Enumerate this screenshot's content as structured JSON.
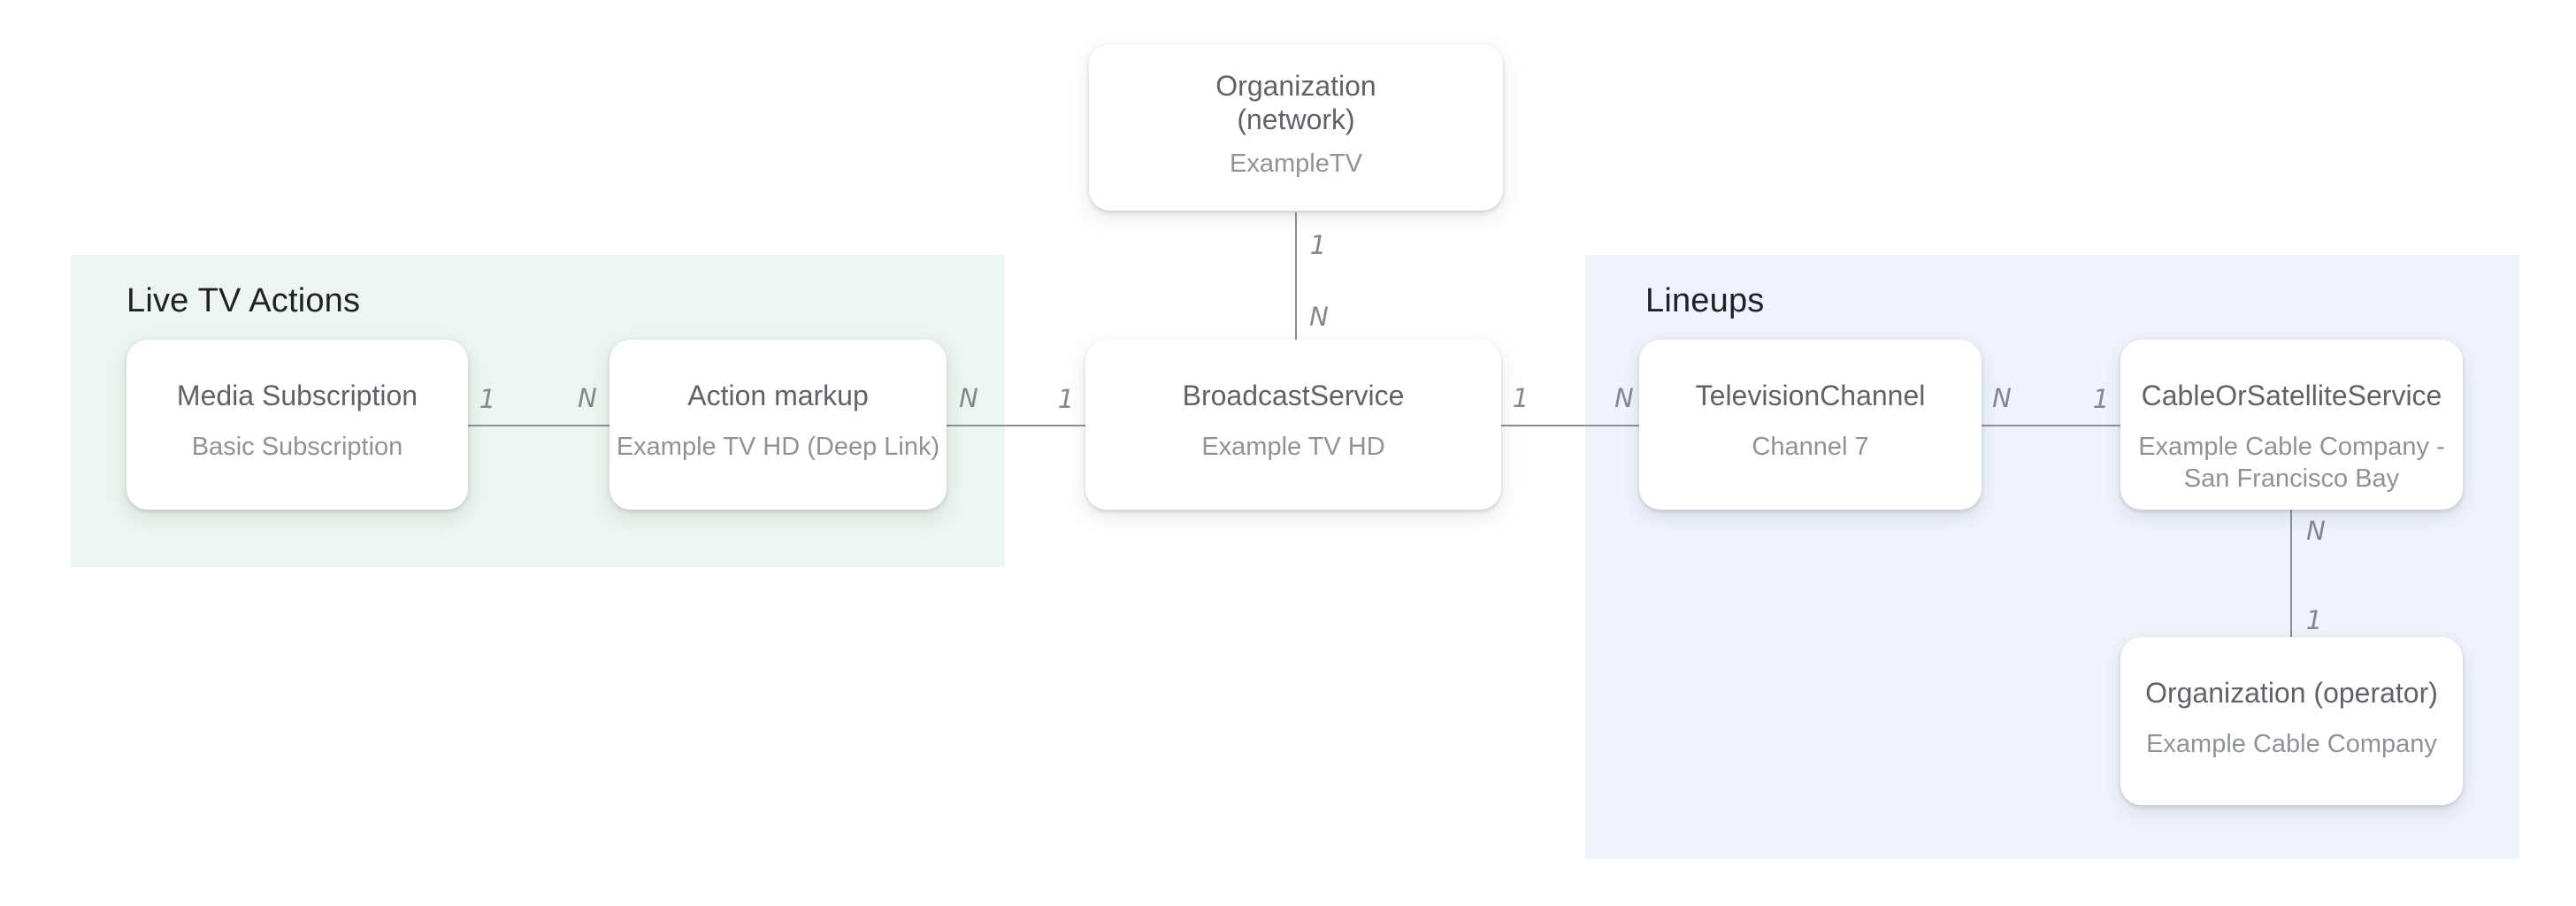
{
  "diagram": {
    "groups": [
      {
        "id": "live-tv-actions",
        "label": "Live TV Actions",
        "bg_color": "#ecf5ef"
      },
      {
        "id": "lineups",
        "label": "Lineups",
        "bg_color": "#eef3fc"
      }
    ],
    "nodes": [
      {
        "id": "org-network",
        "title": "Organization (network)",
        "subtitle": "ExampleTV"
      },
      {
        "id": "media-subscription",
        "title": "Media Subscription",
        "subtitle": "Basic Subscription"
      },
      {
        "id": "action-markup",
        "title": "Action markup",
        "subtitle": "Example TV HD (Deep Link)"
      },
      {
        "id": "broadcast-service",
        "title": "BroadcastService",
        "subtitle": "Example TV HD"
      },
      {
        "id": "television-channel",
        "title": "TelevisionChannel",
        "subtitle": "Channel 7"
      },
      {
        "id": "cable-or-satellite-service",
        "title": "CableOrSatelliteService",
        "subtitle": "Example Cable Company - San Francisco Bay"
      },
      {
        "id": "org-operator",
        "title": "Organization (operator)",
        "subtitle": "Example Cable Company"
      }
    ],
    "edges": [
      {
        "id": "network-to-broadcast",
        "from": "org-network",
        "to": "broadcast-service",
        "near_label": "1",
        "far_label": "N"
      },
      {
        "id": "mediasub-to-action",
        "from": "media-subscription",
        "to": "action-markup",
        "near_label": "1",
        "far_label": "N"
      },
      {
        "id": "action-to-broadcast",
        "from": "action-markup",
        "to": "broadcast-service",
        "near_label": "N",
        "far_label": "1"
      },
      {
        "id": "broadcast-to-channel",
        "from": "broadcast-service",
        "to": "television-channel",
        "near_label": "1",
        "far_label": "N"
      },
      {
        "id": "channel-to-cable",
        "from": "television-channel",
        "to": "cable-or-satellite-service",
        "near_label": "N",
        "far_label": "1"
      },
      {
        "id": "cable-to-operator",
        "from": "cable-or-satellite-service",
        "to": "org-operator",
        "near_label": "N",
        "far_label": "1"
      }
    ],
    "colors": {
      "page_bg": "#ffffff",
      "live_tv_actions_bg": "#ecf5ef",
      "lineups_bg": "#eef3fc",
      "group_label_text": "#202124",
      "card_title_text": "#5f6368",
      "card_subtitle_text": "#8e9399",
      "connector_line": "#8a9096",
      "cardinality_text": "#82888e"
    }
  }
}
